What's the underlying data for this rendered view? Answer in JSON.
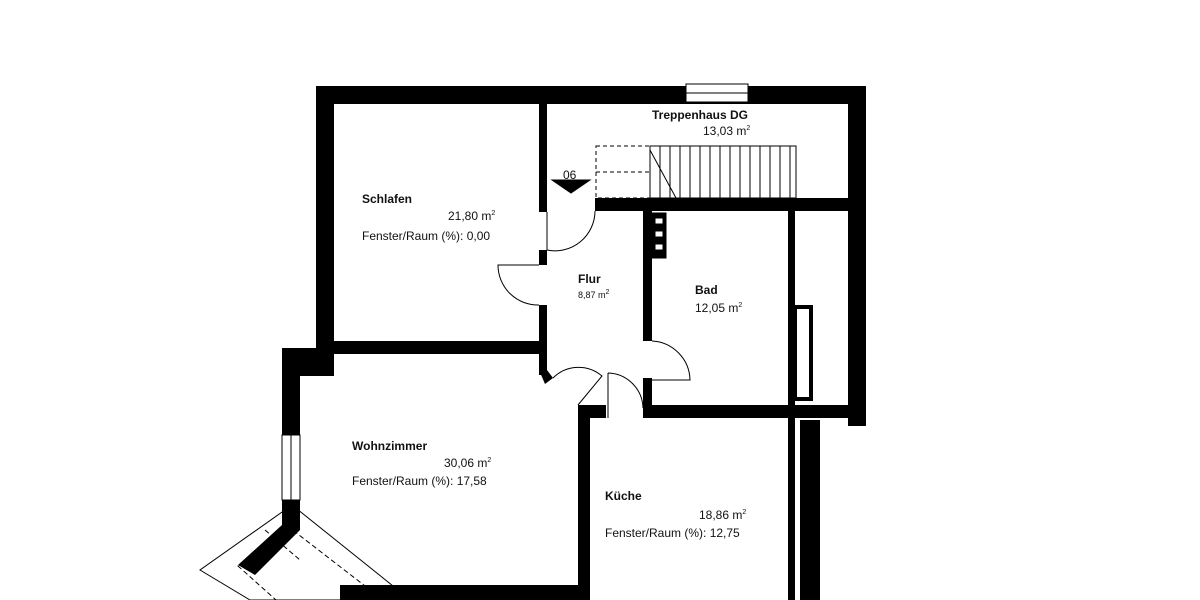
{
  "plan": {
    "wall_color": "#000000",
    "background": "#ffffff",
    "stair_marker": "06",
    "rooms": [
      {
        "name": "Treppenhaus DG",
        "area": "13,03 m",
        "unit_sup": "2"
      },
      {
        "name": "Schlafen",
        "area": "21,80 m",
        "unit_sup": "2",
        "window_ratio": "Fenster/Raum (%): 0,00"
      },
      {
        "name": "Flur",
        "area": "8,87 m",
        "unit_sup": "2"
      },
      {
        "name": "Bad",
        "area": "12,05 m",
        "unit_sup": "2"
      },
      {
        "name": "Wohnzimmer",
        "area": "30,06 m",
        "unit_sup": "2",
        "window_ratio": "Fenster/Raum (%): 17,58"
      },
      {
        "name": "Küche",
        "area": "18,86 m",
        "unit_sup": "2",
        "window_ratio": "Fenster/Raum (%): 12,75"
      }
    ]
  }
}
